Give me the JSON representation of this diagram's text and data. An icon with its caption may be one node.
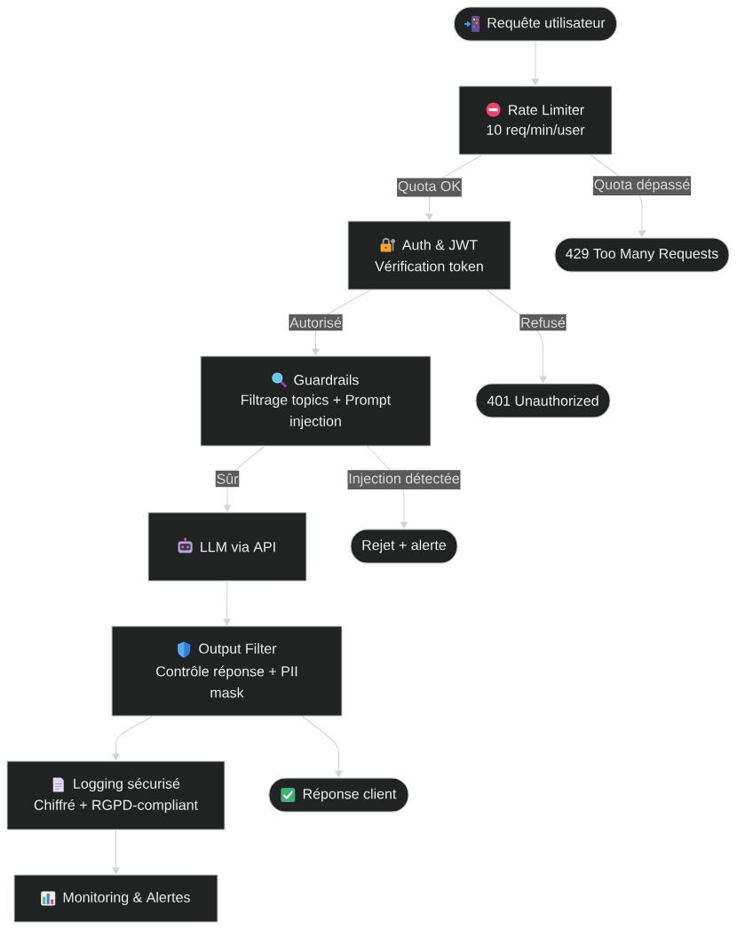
{
  "diagram": {
    "nodes": [
      {
        "text": [
          "Requête utilisateur"
        ]
      },
      {
        "text": [
          "Rate Limiter",
          "10 req/min/user"
        ]
      },
      {
        "text": [
          "Auth & JWT",
          "Vérification token"
        ]
      },
      {
        "text": [
          "429 Too Many Requests"
        ]
      },
      {
        "text": [
          "Guardrails",
          "Filtrage topics + Prompt injection"
        ]
      },
      {
        "text": [
          "401 Unauthorized"
        ]
      },
      {
        "text": [
          "LLM via API"
        ]
      },
      {
        "text": [
          "Rejet + alerte"
        ]
      },
      {
        "text": [
          "Output Filter",
          "Contrôle réponse + PII mask"
        ]
      },
      {
        "text": [
          "Logging sécurisé",
          "Chiffré + RGPD-compliant"
        ]
      },
      {
        "text": [
          "Réponse client"
        ]
      },
      {
        "text": [
          "Monitoring & Alertes"
        ]
      }
    ],
    "edges": [
      {
        "from": 0,
        "to": 1,
        "arrow": "to"
      },
      {
        "from": 1,
        "to": 2,
        "arrow": "to",
        "label": "Quota OK"
      },
      {
        "from": 1,
        "to": 3,
        "arrow": "to",
        "label": "Quota dépassé"
      },
      {
        "from": 2,
        "to": 4,
        "arrow": "to",
        "label": "Autorisé"
      },
      {
        "from": 2,
        "to": 5,
        "arrow": "to",
        "label": "Refusé"
      },
      {
        "from": 4,
        "to": 6,
        "arrow": "to",
        "label": "Sûr"
      },
      {
        "from": 4,
        "to": 7,
        "arrow": "to",
        "label": "Injection détectée"
      },
      {
        "from": 6,
        "to": 8,
        "arrow": "to"
      },
      {
        "from": 8,
        "to": 9,
        "arrow": "to"
      },
      {
        "from": 8,
        "to": 10,
        "arrow": "to"
      },
      {
        "from": 9,
        "to": 11,
        "arrow": "to"
      }
    ]
  }
}
